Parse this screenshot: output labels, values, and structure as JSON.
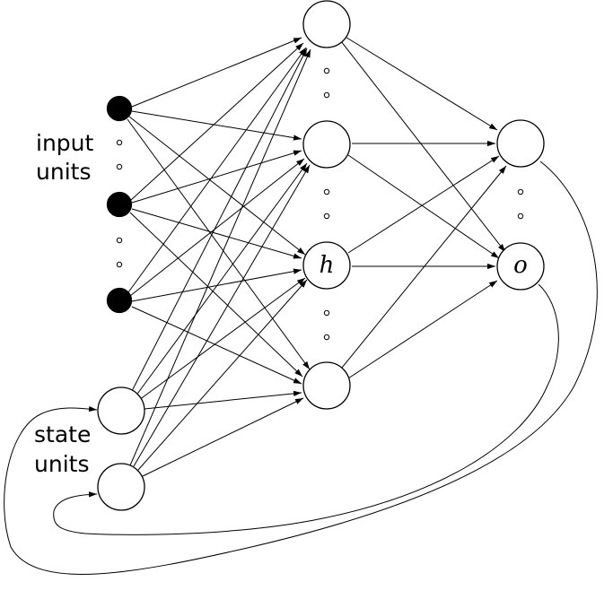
{
  "labels": {
    "input_units_line1": "input",
    "input_units_line2": "units",
    "state_units_line1": "state",
    "state_units_line2": "units",
    "hidden_unit": "h",
    "output_unit": "o"
  },
  "colors": {
    "input_unit_fill": "#000000",
    "unit_fill": "#ffffff",
    "stroke": "#000000"
  }
}
